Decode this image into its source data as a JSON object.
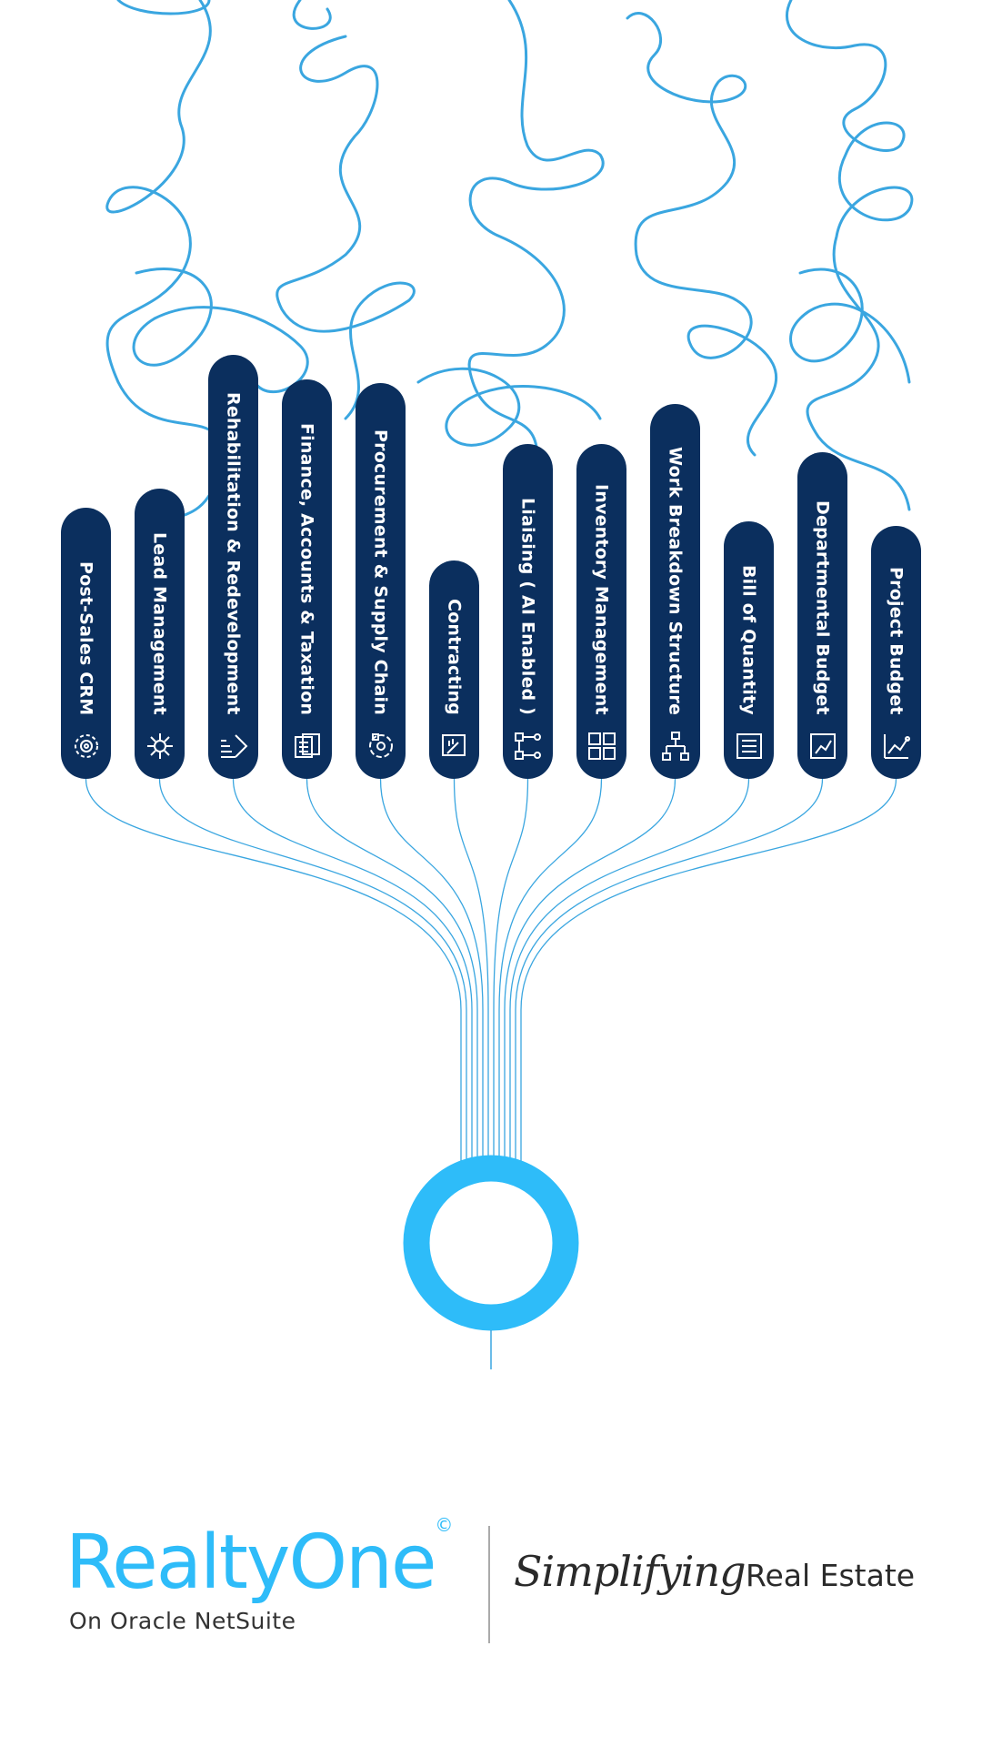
{
  "modules": [
    {
      "label": "Post-Sales CRM",
      "icon": "crm-gear-network-icon"
    },
    {
      "label": "Lead Management",
      "icon": "lead-network-icon"
    },
    {
      "label": "Rehabilitation & Redevelopment",
      "icon": "building-arrow-icon"
    },
    {
      "label": "Finance, Accounts & Taxation",
      "icon": "finance-documents-icon"
    },
    {
      "label": "Procurement & Supply Chain",
      "icon": "supply-cycle-icon"
    },
    {
      "label": "Contracting",
      "icon": "contract-sign-icon"
    },
    {
      "label": "Liaising ( AI Enabled )",
      "icon": "flowchart-icon"
    },
    {
      "label": "Inventory Management",
      "icon": "inventory-blocks-icon"
    },
    {
      "label": "Work Breakdown Structure",
      "icon": "hierarchy-icon"
    },
    {
      "label": "Bill of Quantity",
      "icon": "bill-icon"
    },
    {
      "label": "Departmental Budget",
      "icon": "budget-chart-icon"
    },
    {
      "label": "Project Budget",
      "icon": "project-budget-icon"
    }
  ],
  "footer": {
    "brand": "RealtyOne",
    "brand_mark": "©",
    "brand_sub": "On Oracle NetSuite",
    "tagline_script": "Simplifying",
    "tagline": "Real Estate"
  },
  "colors": {
    "pill": "#0b2f5e",
    "line": "#3aa6e0",
    "accent": "#2ebcf9"
  }
}
